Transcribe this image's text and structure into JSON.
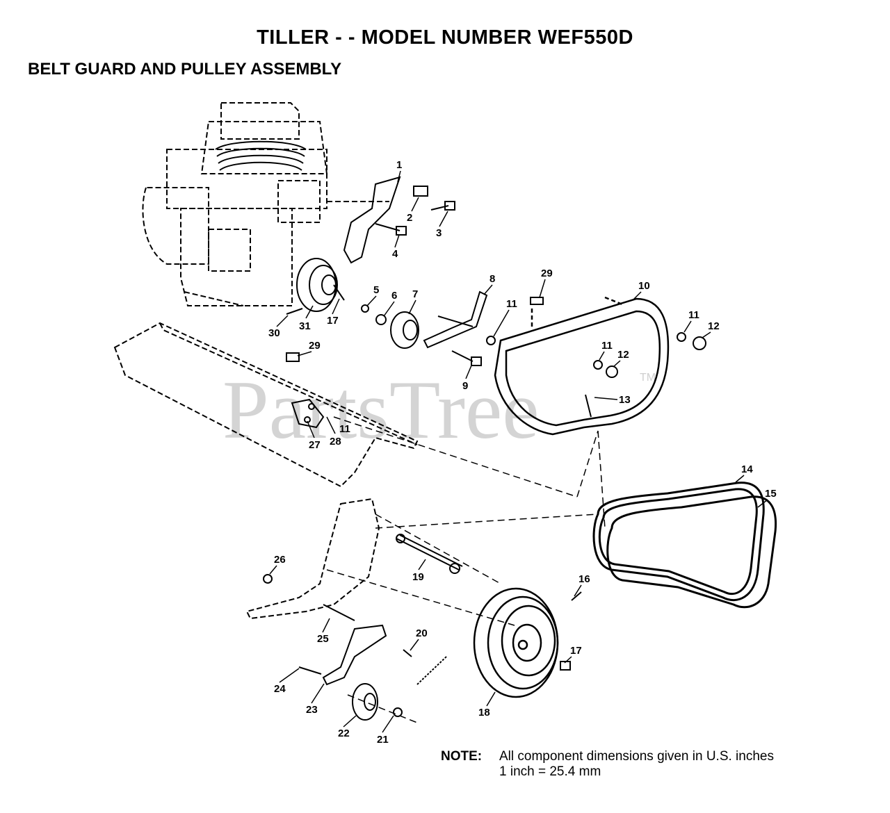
{
  "header": {
    "title": "TILLER - - MODEL NUMBER WEF550D",
    "subtitle": "BELT GUARD AND PULLEY ASSEMBLY"
  },
  "watermark": {
    "text": "PartsTree",
    "trademark": "TM"
  },
  "callouts": [
    {
      "id": "c1",
      "label": "1"
    },
    {
      "id": "c2",
      "label": "2"
    },
    {
      "id": "c3",
      "label": "3"
    },
    {
      "id": "c4",
      "label": "4"
    },
    {
      "id": "c5",
      "label": "5"
    },
    {
      "id": "c6",
      "label": "6"
    },
    {
      "id": "c7",
      "label": "7"
    },
    {
      "id": "c8",
      "label": "8"
    },
    {
      "id": "c9",
      "label": "9"
    },
    {
      "id": "c10",
      "label": "10"
    },
    {
      "id": "c11a",
      "label": "11"
    },
    {
      "id": "c11b",
      "label": "11"
    },
    {
      "id": "c11c",
      "label": "11"
    },
    {
      "id": "c11d",
      "label": "11"
    },
    {
      "id": "c12a",
      "label": "12"
    },
    {
      "id": "c12b",
      "label": "12"
    },
    {
      "id": "c13",
      "label": "13"
    },
    {
      "id": "c14",
      "label": "14"
    },
    {
      "id": "c15",
      "label": "15"
    },
    {
      "id": "c16",
      "label": "16"
    },
    {
      "id": "c17a",
      "label": "17"
    },
    {
      "id": "c17b",
      "label": "17"
    },
    {
      "id": "c18",
      "label": "18"
    },
    {
      "id": "c19",
      "label": "19"
    },
    {
      "id": "c20",
      "label": "20"
    },
    {
      "id": "c21",
      "label": "21"
    },
    {
      "id": "c22",
      "label": "22"
    },
    {
      "id": "c23",
      "label": "23"
    },
    {
      "id": "c24",
      "label": "24"
    },
    {
      "id": "c25",
      "label": "25"
    },
    {
      "id": "c26",
      "label": "26"
    },
    {
      "id": "c27",
      "label": "27"
    },
    {
      "id": "c28",
      "label": "28"
    },
    {
      "id": "c29a",
      "label": "29"
    },
    {
      "id": "c29b",
      "label": "29"
    },
    {
      "id": "c30",
      "label": "30"
    },
    {
      "id": "c31",
      "label": "31"
    }
  ],
  "note": {
    "label": "NOTE:",
    "line1": "All component dimensions given in U.S. inches",
    "line2": "1 inch = 25.4 mm"
  }
}
